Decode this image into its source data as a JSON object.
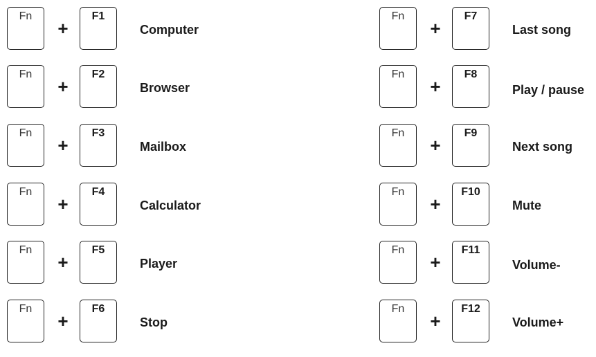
{
  "left_column": [
    {
      "modifier": "Fn",
      "plus": "+",
      "key": "F1",
      "action": "Computer"
    },
    {
      "modifier": "Fn",
      "plus": "+",
      "key": "F2",
      "action": "Browser"
    },
    {
      "modifier": "Fn",
      "plus": "+",
      "key": "F3",
      "action": "Mailbox"
    },
    {
      "modifier": "Fn",
      "plus": "+",
      "key": "F4",
      "action": "Calculator"
    },
    {
      "modifier": "Fn",
      "plus": "+",
      "key": "F5",
      "action": "Player"
    },
    {
      "modifier": "Fn",
      "plus": "+",
      "key": "F6",
      "action": "Stop"
    }
  ],
  "right_column": [
    {
      "modifier": "Fn",
      "plus": "+",
      "key": "F7",
      "action": "Last song"
    },
    {
      "modifier": "Fn",
      "plus": "+",
      "key": "F8",
      "action": "Play / pause"
    },
    {
      "modifier": "Fn",
      "plus": "+",
      "key": "F9",
      "action": "Next song"
    },
    {
      "modifier": "Fn",
      "plus": "+",
      "key": "F10",
      "action": "Mute"
    },
    {
      "modifier": "Fn",
      "plus": "+",
      "key": "F11",
      "action": "Volume-"
    },
    {
      "modifier": "Fn",
      "plus": "+",
      "key": "F12",
      "action": "Volume+"
    }
  ]
}
